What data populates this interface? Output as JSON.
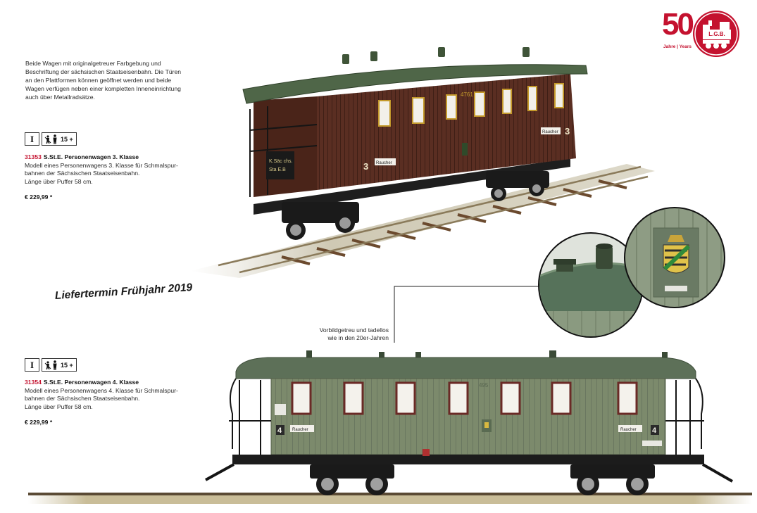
{
  "intro": {
    "lines": [
      "Beide Wagen mit originalgetreuer Farbgebung und",
      "Beschriftung der sächsischen Staatseisenbahn. Die Türen",
      "an den Plattformen können geöffnet werden und beide",
      "Wagen verfügen neben einer kompletten Inneneinrichtung",
      "auch über Metallradsätze."
    ]
  },
  "icons": {
    "gauge_label": "I",
    "age_label": "15 +"
  },
  "products": [
    {
      "number": "31353",
      "title": "S.St.E. Personenwagen 3. Klasse",
      "desc_lines": [
        "Modell eines Personenwagens 3. Klasse für Schmalspur-",
        "bahnen der Sächsischen Staatseisenbahn.",
        "Länge über Puffer 58 cm."
      ],
      "price": "€ 229,99 *"
    },
    {
      "number": "31354",
      "title": "S.St.E. Personenwagen 4. Klasse",
      "desc_lines": [
        "Modell eines Personenwagens 4. Klasse für Schmalspur-",
        "bahnen der Sächsischen Staatseisenbahn.",
        "Länge über Puffer 58 cm."
      ],
      "price": "€ 229,99 *"
    }
  ],
  "delivery": "Liefertermin Frühjahr 2019",
  "callout": {
    "line1": "Vorbildgetreu und tadellos",
    "line2": "wie in den 20er-Jahren"
  },
  "logo": {
    "number": "50",
    "subtitle": "Jahre | Years",
    "brand": "L.G.B."
  },
  "car3": {
    "class_number": "3",
    "smoker_sign": "Raucher",
    "car_number": "4761",
    "end_plate_line1": "K.Säc chs.",
    "end_plate_line2": "Sta E.B"
  },
  "car4": {
    "class_number": "4",
    "smoker_sign": "Raucher",
    "car_number": "495"
  },
  "colors": {
    "accent_red": "#c4122f",
    "car3_body": "#5a2e22",
    "car4_body": "#7c8a6c",
    "roof_green": "#4f6648"
  }
}
